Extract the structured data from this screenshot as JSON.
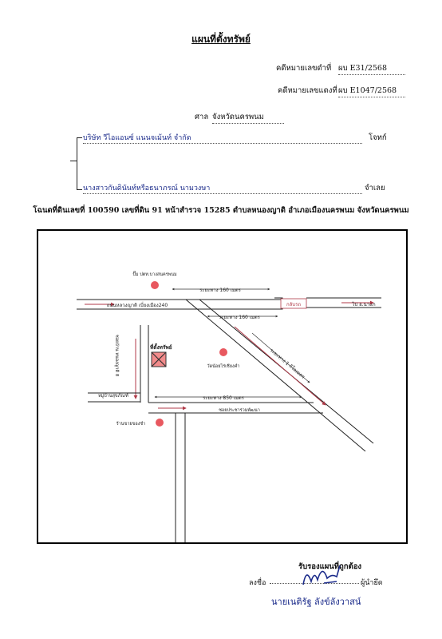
{
  "header": {
    "title": "แผนที่ตั้งทรัพย์",
    "black_case_label": "คดีหมายเลขดำที่",
    "black_case_no": "ผบ E31/2568",
    "red_case_label": "คดีหมายเลขแดงที่",
    "red_case_no": "ผบ E1047/2568",
    "court_label": "ศาล",
    "court_name": "จังหวัดนครพนม"
  },
  "parties": {
    "plaintiff_name": "บริษัท วีไอแอนซ์ แนนจเม้นท์ จำกัด",
    "plaintiff_role": "โจทก์",
    "defendant_name": "นางสาวกันดินันท์หรือธนาภรณ์ นามวงษา",
    "defendant_role": "จำเลย"
  },
  "deed_line": "โฉนดที่ดินเลขที่ 100590 เลขที่ดิน 91 หน้าสำรวจ 15285 ตำบลหนองญาติ อำเภอเมืองนครพนม จังหวัดนครพนม",
  "map": {
    "landmark_top": "ปั๊ม ปตท.บางสนครพนม",
    "road_main": "ถนนหลวงญาติ เบี่ยงเมือง240",
    "junction": "กลับรถ",
    "to_city": "ไป อ.นาแก",
    "dist_160_top": "ระยะทาง 160 เมตร",
    "dist_160_bottom": "ระยะทาง 160 เมตร",
    "property_label": "ที่ตั้งทรัพย์",
    "soi_vertical": "ซอยบ้าน หนองญาติ 8",
    "temple": "วัดน้อยไร่เชียงคำ",
    "dist_1km": "ระยะทาง 1 กิโลเมตร",
    "village": "หมู่บ้านสุขภัณฑ์",
    "dist_850": "ระยะทาง 850 เมตร",
    "road_lower": "ซอยประชาร่วมพัฒนา",
    "shop": "ร้านขายของชำ"
  },
  "certification": {
    "heading": "รับรองแผนที่ถูกต้อง",
    "sign_label": "ลงชื่อ",
    "surveyor_label": "ผู้นำยึด",
    "signer_name": "นายเนติรัฐ ลังข์ลังวาสน์"
  },
  "colors": {
    "road_arrow": "#b03a48",
    "pin": "#e8585f",
    "property_fill": "#f28b8b",
    "ink_blue": "#1a2a8a"
  }
}
